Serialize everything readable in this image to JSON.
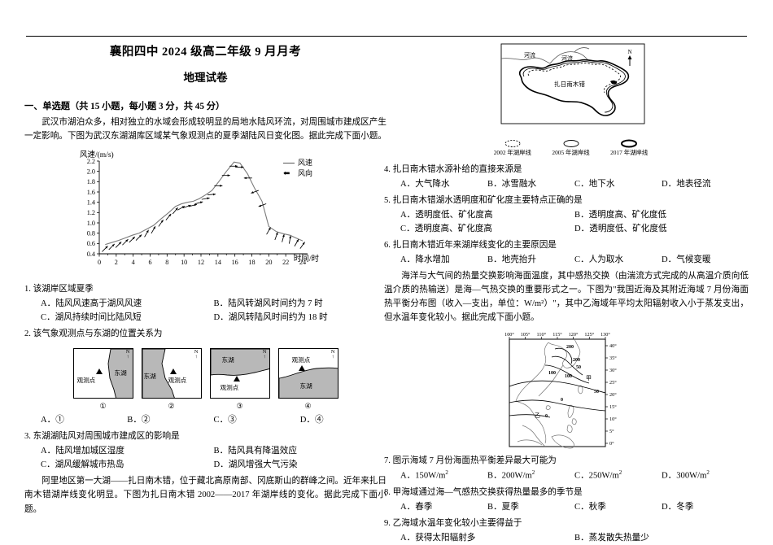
{
  "header": {
    "title": "襄阳四中 2024 级高二年级 9 月月考",
    "subtitle": "地理试卷"
  },
  "section": {
    "heading": "一、单选题（共 15 小题，每小题 3 分，共 45 分）"
  },
  "passages": {
    "p1": "武汉市湖泊众多，相对独立的水域会形成较明显的局地水陆风环流，对周围城市建成区产生一定影响。下图为武汉东湖湖库区域某气象观测点的夏季湖陆风日变化图。据此完成下面小题。",
    "p2": "阿里地区第一大湖——扎日南木错，位于藏北高原南部、冈底斯山的群峰之间。近年来扎日南木错湖岸线变化明显。下图为扎日南木错 2002——2017 年湖岸线的变化。据此完成下面小题。",
    "p3": "海洋与大气间的热量交换影响海面温度，其中感热交换（由湍流方式完成的从高温介质向低温介质的热输送）是海—气热交换的重要形式之一。下图为\"我国近海及其附近海域 7 月份海面热平衡分布图（收入—支出，单位：W/m²）\"，其中乙海域年平均太阳辐射收入小于蒸发支出，但水温年变化较小。据此完成下面小题。"
  },
  "questions": [
    {
      "number": "1.",
      "stem": "该湖岸区域夏季",
      "layout": "two",
      "options": [
        "A．陆风风速高于湖风风速",
        "B．陆风转湖风时间约为 7 时",
        "C．湖风持续时间比陆风短",
        "D．湖风转陆风时间约为 18 时"
      ]
    },
    {
      "number": "2.",
      "stem": "该气象观测点与东湖的位置关系为",
      "layout": "figure-four",
      "options": [
        "A．①",
        "B．②",
        "C．③",
        "D．④"
      ]
    },
    {
      "number": "3.",
      "stem": "东湖湖陆风对周围城市建成区的影响是",
      "layout": "two",
      "options": [
        "A．陆风增加城区湿度",
        "B．陆风具有降温效应",
        "C．湖风缓解城市热岛",
        "D．湖风增强大气污染"
      ]
    },
    {
      "number": "4.",
      "stem": "扎日南木错水源补给的直接来源是",
      "layout": "four",
      "options": [
        "A．大气降水",
        "B．冰雪融水",
        "C．地下水",
        "D．地表径流"
      ]
    },
    {
      "number": "5.",
      "stem": "扎日南木错湖水透明度和矿化度主要特点正确的是",
      "layout": "two",
      "options": [
        "A．透明度低、矿化度高",
        "B．透明度高、矿化度低",
        "C．透明度高、矿化度高",
        "D．透明度低、矿化度低"
      ]
    },
    {
      "number": "6.",
      "stem": "扎日南木错近年来湖岸线变化的主要原因是",
      "layout": "four",
      "options": [
        "A．降水增加",
        "B．地壳抬升",
        "C．人为取水",
        "D．气候变暖"
      ]
    },
    {
      "number": "7.",
      "stem": "图示海域 7 月份海面热平衡差异最大可能为",
      "layout": "four-units",
      "options": [
        "A．150W/m",
        "B．200W/m",
        "C．250W/m",
        "D．300W/m"
      ]
    },
    {
      "number": "8.",
      "stem": "甲海域通过海—气感热交换获得热量最多的季节是",
      "layout": "four",
      "options": [
        "A．春季",
        "B．夏季",
        "C．秋季",
        "D．冬季"
      ]
    },
    {
      "number": "9.",
      "stem": "乙海域水温年变化较小主要得益于",
      "layout": "two",
      "options": [
        "A．获得太阳辐射多",
        "B．蒸发散失热量少"
      ]
    }
  ],
  "chart_data": {
    "type": "line",
    "title": "",
    "ylabel": "风速/(m/s)",
    "xlabel": "时间/时",
    "ylim": [
      0.4,
      2.2
    ],
    "yticks": [
      "0.4",
      "0.6",
      "0.8",
      "1.0",
      "1.2",
      "1.4",
      "1.6",
      "1.8",
      "2.0",
      "2.2"
    ],
    "xlim": [
      0,
      24
    ],
    "xticks": [
      "0",
      "2",
      "4",
      "6",
      "8",
      "10",
      "12",
      "14",
      "16",
      "18",
      "20",
      "22",
      "24"
    ],
    "grid": false,
    "legend": [
      "风速",
      "风向"
    ],
    "legend_position": "top-right",
    "x": [
      0.7,
      1.5,
      2.3,
      3.1,
      3.9,
      4.7,
      5.6,
      6.4,
      7.3,
      8.2,
      9.0,
      9.7,
      10.4,
      11.1,
      11.8,
      12.6,
      13.3,
      14.1,
      15.0,
      15.9,
      16.6,
      17.5,
      18.3,
      19.2,
      20.0,
      20.9,
      21.7,
      22.5,
      23.3,
      24.0
    ],
    "values": [
      0.58,
      0.62,
      0.66,
      0.71,
      0.76,
      0.8,
      0.88,
      0.95,
      1.08,
      1.2,
      1.32,
      1.37,
      1.4,
      1.42,
      1.47,
      1.55,
      1.63,
      1.8,
      2.0,
      2.18,
      2.16,
      1.95,
      1.68,
      1.42,
      0.93,
      0.83,
      0.79,
      0.76,
      0.7,
      0.65
    ],
    "arrow_angles_deg": [
      45,
      45,
      45,
      45,
      45,
      45,
      60,
      60,
      55,
      50,
      50,
      30,
      20,
      15,
      15,
      10,
      5,
      0,
      0,
      0,
      0,
      180,
      200,
      200,
      60,
      70,
      75,
      80,
      60,
      55
    ]
  },
  "figure_panels": {
    "caption_numbers": [
      "①",
      "②",
      "③",
      "④"
    ],
    "lake_label": "东湖",
    "point_label": "观测点",
    "north_label": "N"
  },
  "lake_map": {
    "lake_name": "扎日南木错",
    "river_labels": [
      "河流",
      "河流"
    ],
    "north_label": "N",
    "legend": [
      "2002 年湖岸线",
      "2005 年湖岸线",
      "2017 年湖岸线"
    ]
  },
  "sea_map": {
    "lon_labels": [
      "100°",
      "105°",
      "110°",
      "115°",
      "120°",
      "125°",
      "130°"
    ],
    "lat_labels": [
      "40°",
      "35°",
      "30°",
      "25°",
      "20°",
      "15°",
      "10°",
      "5°",
      "0°"
    ],
    "contour_labels": [
      "200",
      "100",
      "100",
      "50",
      "50",
      "0",
      "0"
    ],
    "region_labels": [
      "甲",
      "乙"
    ]
  },
  "colors": {
    "ink": "#000000",
    "panel_fill": "#b8b8b8",
    "chart_line": "#666666",
    "paper": "#ffffff"
  }
}
